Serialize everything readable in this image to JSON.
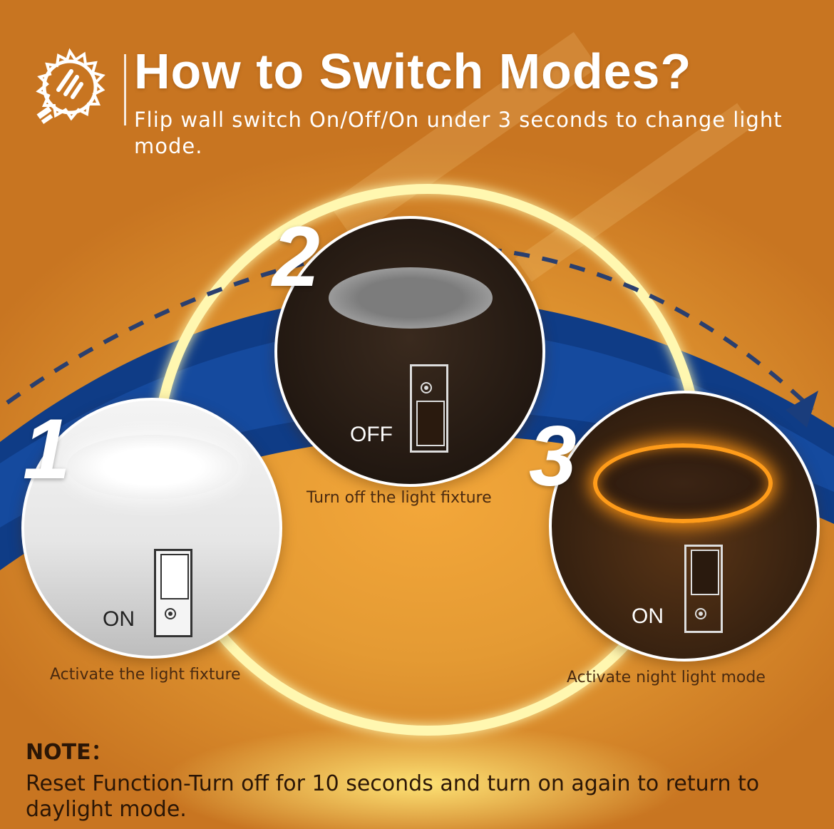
{
  "header": {
    "title": "How to Switch Modes?",
    "subtitle": "Flip wall switch On/Off/On under 3 seconds to change light mode."
  },
  "steps": [
    {
      "number": "1",
      "switch_label": "ON",
      "caption": "Activate the light fixture"
    },
    {
      "number": "2",
      "switch_label": "OFF",
      "caption": "Turn off the light fixture"
    },
    {
      "number": "3",
      "switch_label": "ON",
      "caption": "Activate night light mode"
    }
  ],
  "note": {
    "heading": "NOTE：",
    "text": "Reset Function-Turn off for 10 seconds and turn on again to return to daylight mode."
  },
  "colors": {
    "background": "#e49a33",
    "arc": "#0f3c86",
    "glow": "#fff7b0",
    "night_ring": "#ff9c1a",
    "dark_text": "#2b1606"
  },
  "icons": [
    "sun-bulb-icon"
  ]
}
